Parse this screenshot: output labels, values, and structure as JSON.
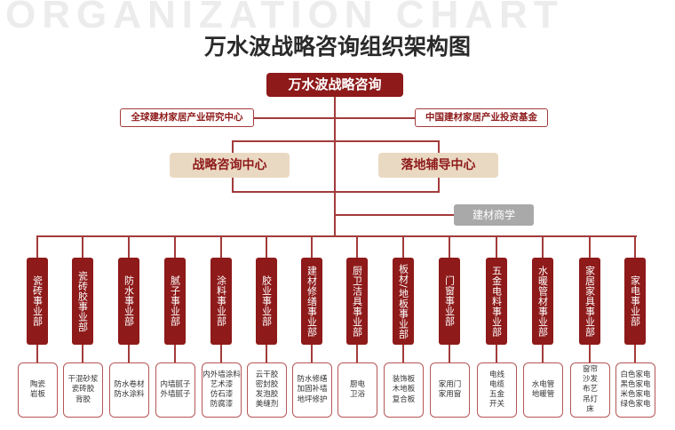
{
  "watermark": "ORGANIZATION CHART",
  "title": "万水波战略咨询组织架构图",
  "root": "万水波战略咨询",
  "side_left": "全球建材家居产业研究中心",
  "side_right": "中国建材家居产业投资基金",
  "center_left": "战略咨询中心",
  "center_right": "落地辅导中心",
  "academy": "建材商学",
  "departments": [
    {
      "name": "瓷砖事业部",
      "products": "陶瓷\n岩板"
    },
    {
      "name": "瓷砖胶事业部",
      "products": "干混砂浆\n瓷砖胶\n背胶"
    },
    {
      "name": "防水事业部",
      "products": "防水卷材\n防水涂料"
    },
    {
      "name": "腻子事业部",
      "products": "内墙腻子\n外墙腻子"
    },
    {
      "name": "涂料事业部",
      "products": "内外墙涂料\n艺术漆\n仿石漆\n防腐漆"
    },
    {
      "name": "胶业事业部",
      "products": "云干胶\n密封胶\n发泡胶\n美缝剂"
    },
    {
      "name": "建材修缮事业部",
      "products": "防水修缮\n加固补墙\n地坪修护"
    },
    {
      "name": "厨卫洁具事业部",
      "products": "厨电\n卫浴"
    },
    {
      "name": "板材/地板事业部",
      "products": "装饰板\n木地板\n复合板"
    },
    {
      "name": "门窗事业部",
      "products": "家用门\n家用窗"
    },
    {
      "name": "五金电料事业部",
      "products": "电线\n电缆\n五金\n开关"
    },
    {
      "name": "水暖管材事业部",
      "products": "水电管\n地暖管"
    },
    {
      "name": "家居家具事业部",
      "products": "窗帘\n沙发\n布艺\n吊灯\n床"
    },
    {
      "name": "家电事业部",
      "products": "白色家电\n黑色家电\n米色家电\n绿色家电"
    }
  ]
}
